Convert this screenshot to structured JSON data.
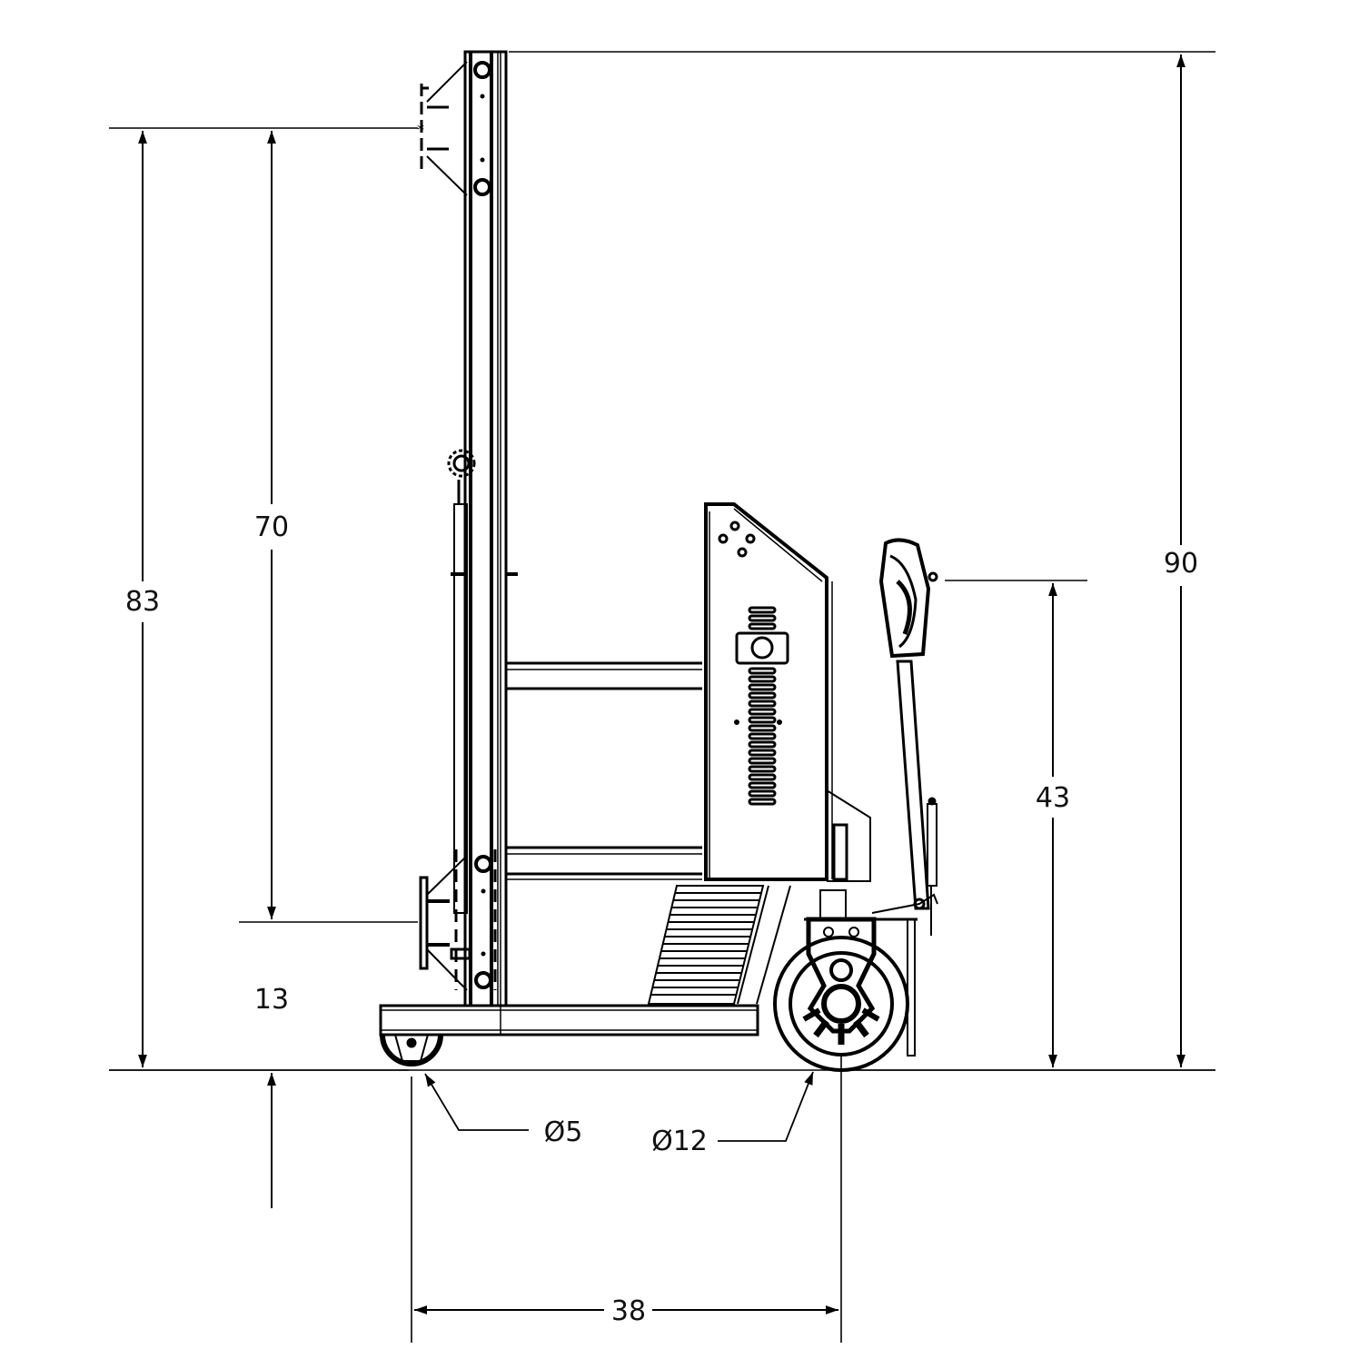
{
  "drawing": {
    "title": "Side elevation of powered mast lifter / stacker",
    "line_color": "#000000",
    "background": "#ffffff"
  },
  "dimensions": {
    "overall_height": "90",
    "mast_top_attachment_height": "83",
    "lift_travel": "70",
    "lowest_attachment_height": "13",
    "handle_height": "43",
    "wheelbase": "38",
    "caster_diameter": "Ø5",
    "drive_wheel_diameter": "Ø12"
  },
  "labels": {
    "overall_height_label": "90",
    "top_height_label": "83",
    "travel_label": "70",
    "bottom_height_label": "13",
    "handle_height_label": "43",
    "wheelbase_label": "38",
    "caster_label": "Ø5",
    "drive_wheel_label": "Ø12"
  }
}
